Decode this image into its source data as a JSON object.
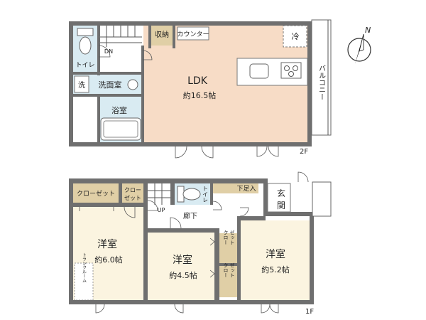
{
  "compass": {
    "north_label": "N"
  },
  "floor2": {
    "floor_label": "2F",
    "rooms": {
      "storage": "収納",
      "counter": "カウンター",
      "fridge": "冷",
      "toilet": "トイレ",
      "dn": "DN",
      "ldk": "LDK",
      "ldk_size": "約16.5帖",
      "washer": "洗",
      "washroom": "洗面室",
      "bath": "浴室",
      "balcony": "バルコニー"
    }
  },
  "floor1": {
    "floor_label": "1F",
    "rooms": {
      "closet1": "クローゼット",
      "closet2a": "クロー",
      "closet2b": "ゼット",
      "toilet": "トイレ",
      "shoe_storage": "下足入",
      "entrance_a": "玄",
      "entrance_b": "関",
      "up": "UP",
      "hallway": "廊下",
      "room1": "洋室",
      "room1_size": "約6.0帖",
      "room1_closet": "トランクルーム",
      "room2": "洋室",
      "room2_size": "約4.5帖",
      "room3": "洋室",
      "room3_size": "約5.2帖",
      "closet3a": "クロー",
      "closet3b": "ゼット",
      "closet4a": "クロー",
      "closet4b": "ゼット"
    }
  },
  "colors": {
    "ldk_floor": "#f7dcc6",
    "room_floor": "#fbf4e0",
    "closet": "#e0cfa6",
    "wet_area": "#d9ebf2",
    "wall": "#6f6f6f"
  }
}
